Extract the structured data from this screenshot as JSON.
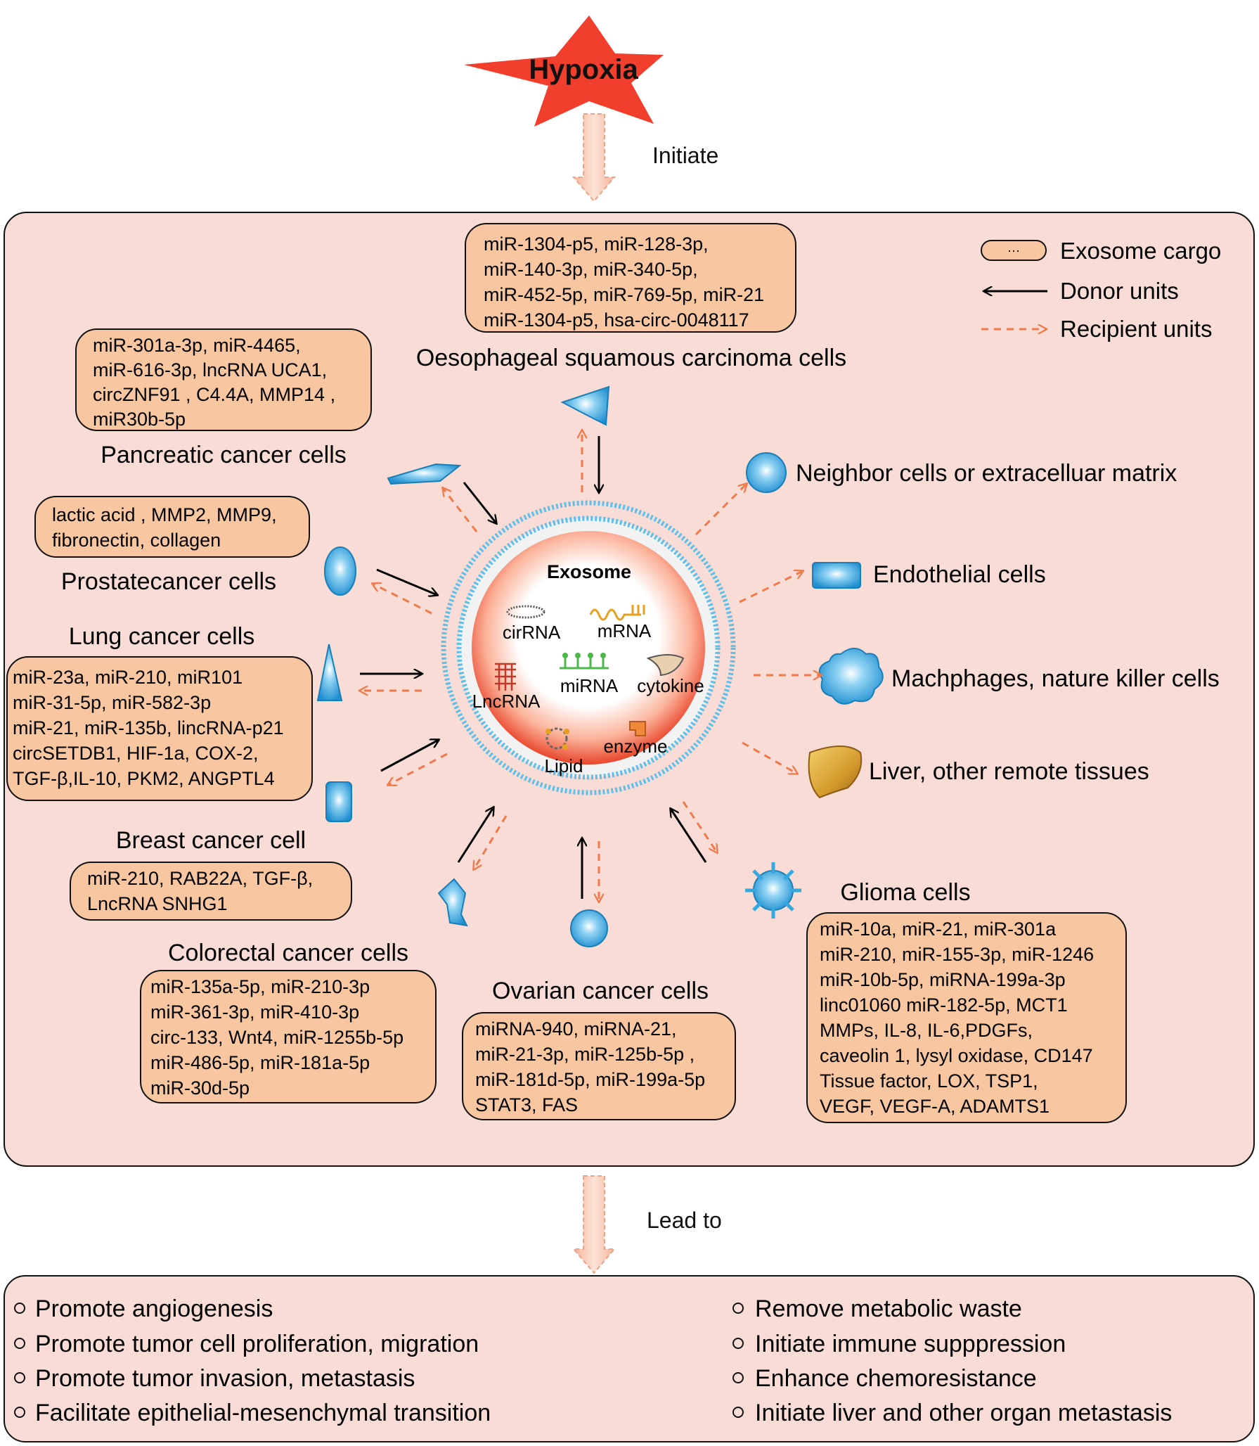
{
  "trigger": {
    "label": "Hypoxia",
    "arrow_label": "Initiate"
  },
  "legend": {
    "cargo_symbol": "···",
    "cargo_label": "Exosome cargo",
    "donor_label": "Donor units",
    "recipient_label": "Recipient units"
  },
  "exosome": {
    "title": "Exosome",
    "contents": [
      "cirRNA",
      "mRNA",
      "LncRNA",
      "miRNA",
      "cytokine",
      "Lipid",
      "enzyme"
    ]
  },
  "donors": {
    "oesophageal": {
      "name": "Oesophageal squamous carcinoma cells",
      "cargo": [
        "miR-1304-p5, miR-128-3p,",
        "miR-140-3p, miR-340-5p,",
        "miR-452-5p, miR-769-5p, miR-21",
        "miR-1304-p5, hsa-circ-0048117"
      ]
    },
    "pancreatic": {
      "name": "Pancreatic cancer cells",
      "cargo": [
        "miR-301a-3p, miR-4465,",
        "miR-616-3p, lncRNA UCA1,",
        "circZNF91 , C4.4A,  MMP14 ,",
        "miR30b-5p"
      ]
    },
    "prostate": {
      "name": "Prostatecancer cells",
      "cargo": [
        "lactic acid , MMP2, MMP9,",
        "fibronectin, collagen"
      ]
    },
    "lung": {
      "name": "Lung cancer cells",
      "cargo": [
        "miR-23a, miR-210, miR101",
        "miR-31-5p, miR-582-3p",
        "miR-21, miR-135b, lincRNA-p21",
        "circSETDB1, HIF-1a, COX-2,",
        "TGF-β,IL-10, PKM2, ANGPTL4"
      ]
    },
    "breast": {
      "name": "Breast cancer cell",
      "cargo": [
        "miR-210, RAB22A, TGF-β,",
        "LncRNA SNHG1"
      ]
    },
    "colorectal": {
      "name": "Colorectal cancer cells",
      "cargo": [
        "miR-135a-5p, miR-210-3p",
        "miR-361-3p, miR-410-3p",
        "circ-133, Wnt4, miR-1255b-5p",
        "miR-486-5p, miR-181a-5p",
        "miR-30d-5p"
      ]
    },
    "ovarian": {
      "name": "Ovarian cancer cells",
      "cargo": [
        "miRNA-940, miRNA-21,",
        "miR-21-3p, miR-125b-5p ,",
        "miR-181d-5p, miR-199a-5p",
        "STAT3, FAS"
      ]
    },
    "glioma": {
      "name": "Glioma cells",
      "cargo": [
        "miR-10a, miR-21, miR-301a",
        "miR-210, miR-155-3p, miR-1246",
        "miR-10b-5p, miRNA-199a-3p",
        "linc01060 miR-182-5p, MCT1",
        "MMPs, IL-8,  IL-6,PDGFs,",
        "caveolin 1, lysyl oxidase, CD147",
        "Tissue factor, LOX, TSP1,",
        "VEGF, VEGF-A, ADAMTS1"
      ]
    }
  },
  "recipients": {
    "neighbor": "Neighbor cells or extracelluar matrix",
    "endothelial": "Endothelial cells",
    "macrophage": "Machphages, nature killer cells",
    "liver": "Liver, other remote tissues"
  },
  "outcome": {
    "arrow_label": "Lead to",
    "left": [
      "Promote angiogenesis",
      "Promote tumor cell proliferation, migration",
      "Promote tumor invasion, metastasis",
      "Facilitate epithelial-mesenchymal transition"
    ],
    "right": [
      "Remove metabolic waste",
      "Initiate immune supppression",
      "Enhance chemoresistance",
      "Initiate liver and other organ metastasis"
    ]
  },
  "colors": {
    "panel_fill": "#fadcd7",
    "cargo_fill": "#f9c6a2",
    "star": "#f23e2c",
    "cell_blue": "#35a8e0",
    "recipient_arrow": "#f07a4a",
    "membrane": "#5cc0ea"
  }
}
